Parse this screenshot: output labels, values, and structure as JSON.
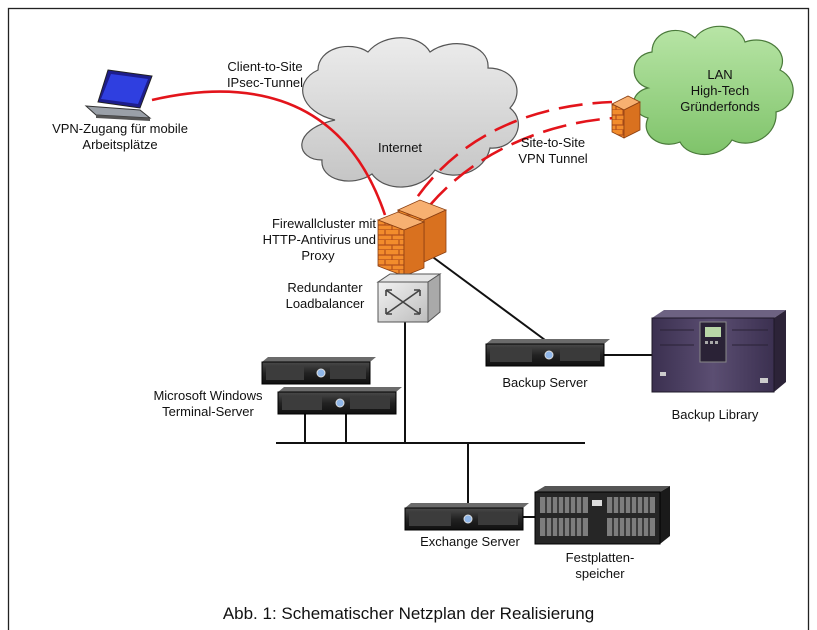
{
  "diagram": {
    "labels": {
      "client_tunnel": [
        "Client-to-Site",
        "IPsec-Tunnel"
      ],
      "vpn_access": [
        "VPN-Zugang für mobile",
        "Arbeitsplätze"
      ],
      "internet": "Internet",
      "lan": [
        "LAN",
        "High-Tech",
        "Gründerfonds"
      ],
      "site_tunnel": [
        "Site-to-Site",
        "VPN Tunnel"
      ],
      "firewall": [
        "Firewallcluster mit",
        "HTTP-Antivirus und",
        "Proxy"
      ],
      "loadbalancer": [
        "Redundanter",
        "Loadbalancer"
      ],
      "terminal_server": [
        "Microsoft Windows",
        "Terminal-Server"
      ],
      "backup_server": "Backup Server",
      "backup_library": "Backup Library",
      "exchange_server": "Exchange Server",
      "storage": [
        "Festplatten-",
        "speicher"
      ]
    }
  },
  "caption": "Abb. 1: Schematischer Netzplan der Realisierung",
  "colors": {
    "tunnel": "#e3141b",
    "cloud_gray": "#d2d2d2",
    "cloud_green": "#9cd486",
    "firewall": "#f08a2a",
    "server": "#2c2c2c",
    "library": "#4a3d5e"
  }
}
